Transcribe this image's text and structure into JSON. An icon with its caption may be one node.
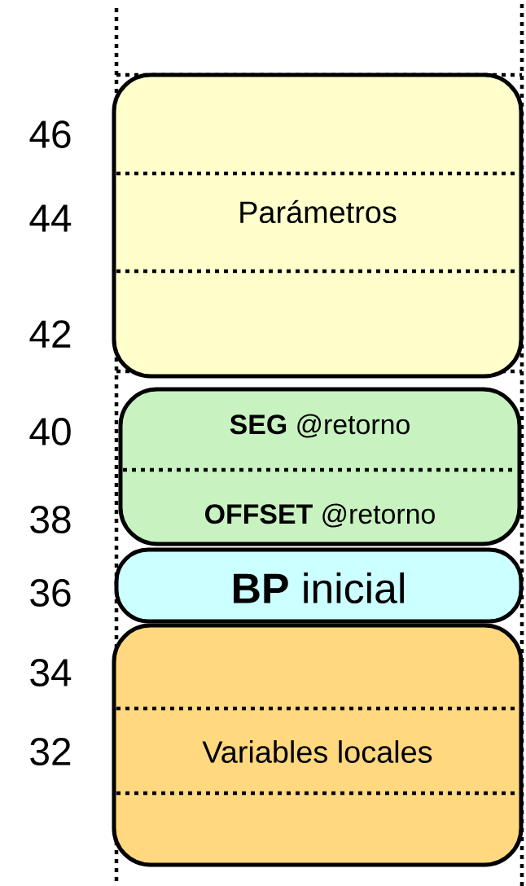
{
  "diagram": {
    "nodes": [
      {
        "text": [
          "Parámetros"
        ]
      },
      {
        "text": [
          "**SEG** @retorno",
          "**OFFSET** @retorno"
        ]
      },
      {
        "text": [
          "**BP** inicial"
        ]
      },
      {
        "text": [
          "Variables locales"
        ]
      }
    ],
    "labels": [
      "46",
      "44",
      "42",
      "40",
      "38",
      "36",
      "34",
      "32"
    ]
  }
}
